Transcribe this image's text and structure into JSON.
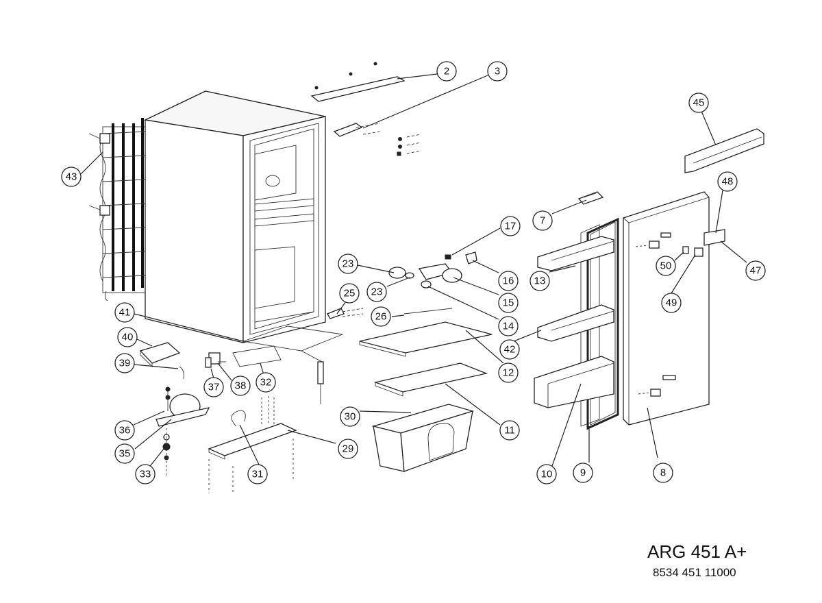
{
  "model": "ARG 451 A+",
  "part_number": "8534 451 11000",
  "callouts": [
    "2",
    "3",
    "45",
    "43",
    "48",
    "7",
    "17",
    "13",
    "50",
    "47",
    "23",
    "16",
    "49",
    "23",
    "15",
    "25",
    "14",
    "26",
    "41",
    "40",
    "42",
    "12",
    "39",
    "37",
    "38",
    "32",
    "11",
    "36",
    "30",
    "35",
    "29",
    "33",
    "31",
    "10",
    "9",
    "8"
  ]
}
